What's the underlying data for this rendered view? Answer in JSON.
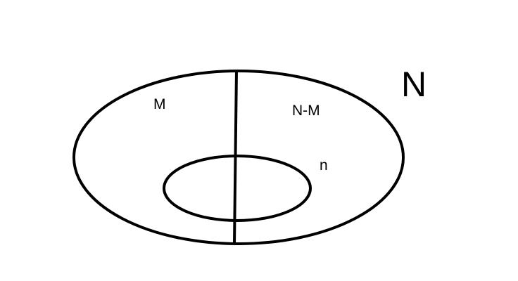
{
  "labels": {
    "universe": "N",
    "left_region": "M",
    "right_region": "N-M",
    "inner_set": "n"
  },
  "colors": {
    "stroke": "#000000",
    "background": "#ffffff"
  }
}
